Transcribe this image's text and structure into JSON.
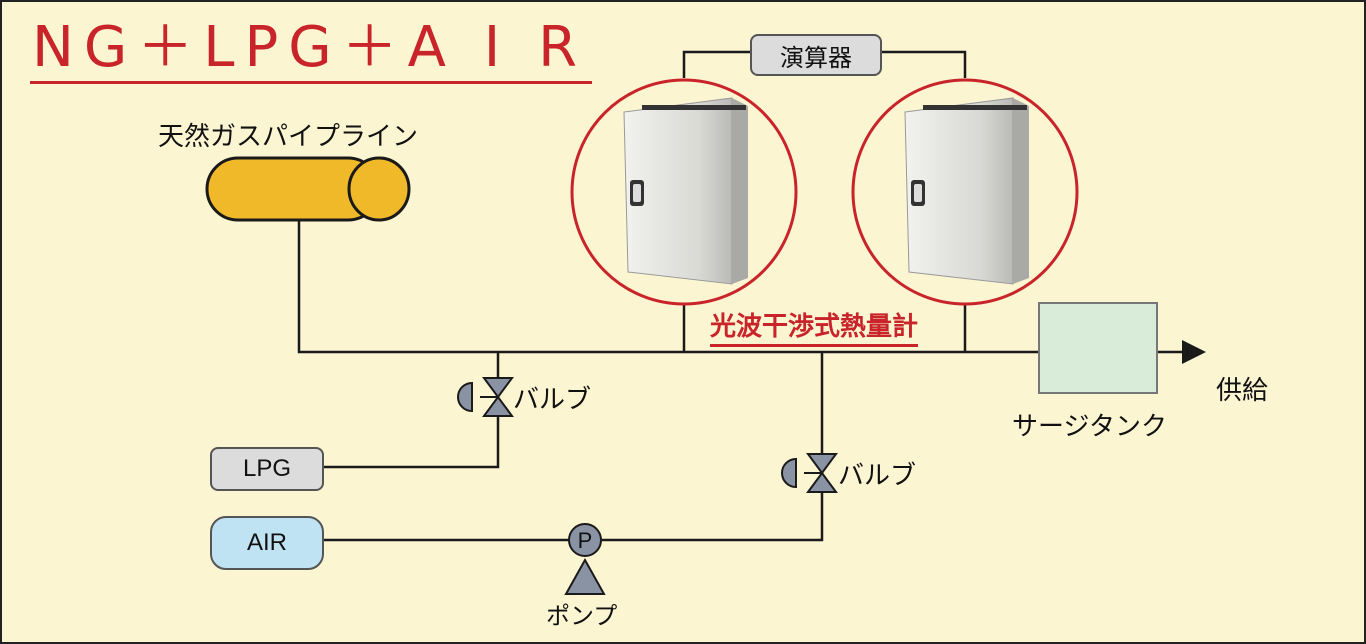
{
  "title": "NG＋LPG＋A I R",
  "pipeline_label": "天然ガスパイプライン",
  "calculator_label": "演算器",
  "meter_caption": "光波干渉式熱量計",
  "valve_label_1": "バルブ",
  "valve_label_2": "バルブ",
  "lpg_label": "LPG",
  "air_label": "AIR",
  "pump_symbol": "P",
  "pump_label": "ポンプ",
  "surge_tank_label": "サージタンク",
  "supply_label": "供給",
  "colors": {
    "background": "#fbf5d2",
    "title_red": "#c8242a",
    "pipeline_yellow": "#f0b92a",
    "lpg_box": "#dcdcdc",
    "air_box": "#bfe3f3",
    "tank": "#d9ecd9",
    "valve_gray": "#8a93a3"
  }
}
